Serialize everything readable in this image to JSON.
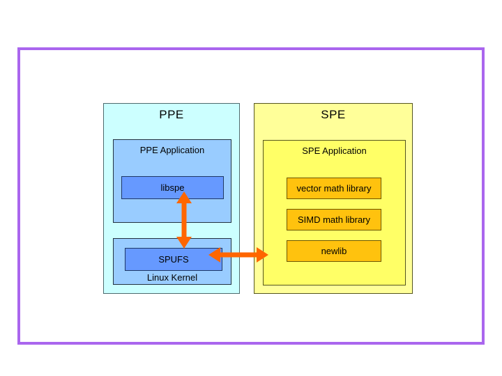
{
  "colors": {
    "frame_border": "#AA66EE",
    "ppe_fill": "#CCFFFF",
    "ppe_inner_fill": "#99CCFF",
    "blue_box_fill": "#6699FF",
    "spe_fill": "#FFFF99",
    "spe_inner_fill": "#FFFF66",
    "gold_box_fill": "#FFC20E",
    "arrow": "#FF6600"
  },
  "diagram": {
    "ppe": {
      "title": "PPE",
      "application": {
        "title": "PPE Application",
        "boxes": [
          {
            "label": "libspe"
          }
        ]
      },
      "kernel": {
        "title": "Linux Kernel",
        "boxes": [
          {
            "label": "SPUFS"
          }
        ]
      }
    },
    "spe": {
      "title": "SPE",
      "application": {
        "title": "SPE Application",
        "boxes": [
          {
            "label": "vector math library"
          },
          {
            "label": "SIMD math library"
          },
          {
            "label": "newlib"
          }
        ]
      }
    },
    "arrows": [
      {
        "name": "libspe-spufs-arrow",
        "type": "double-headed-vertical"
      },
      {
        "name": "spufs-spe-arrow",
        "type": "double-headed-horizontal"
      }
    ]
  }
}
